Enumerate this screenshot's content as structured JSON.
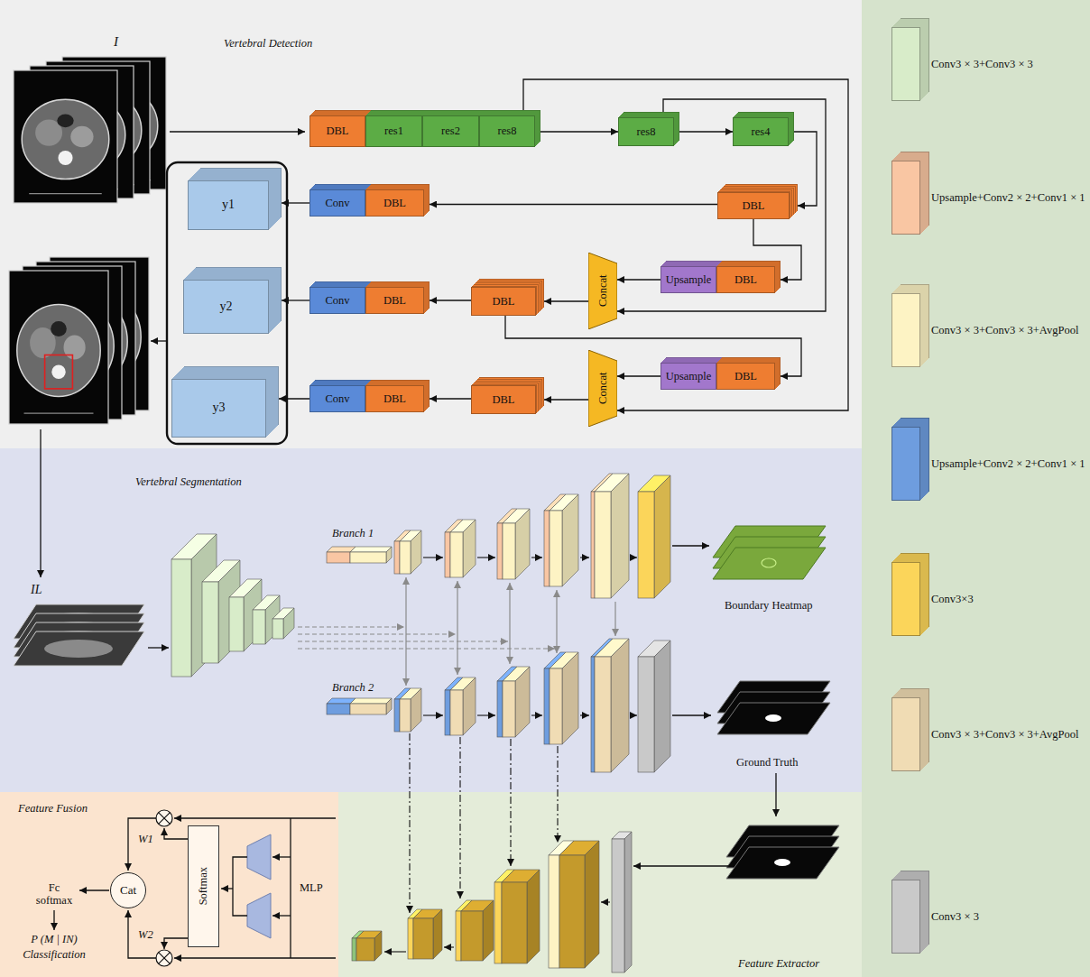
{
  "diagram": {
    "nodes": [
      {
        "text": [
          "Vertebral Detection"
        ]
      },
      {
        "text": [
          "DBL"
        ],
        "in": 0
      },
      {
        "text": [
          "res1"
        ],
        "in": 0
      },
      {
        "text": [
          "res2"
        ],
        "in": 0
      },
      {
        "text": [
          "res8"
        ],
        "in": 0
      },
      {
        "text": [
          "res8"
        ],
        "in": 0
      },
      {
        "text": [
          "res4"
        ],
        "in": 0
      },
      {
        "text": [
          "y1"
        ],
        "in": 0
      },
      {
        "text": [
          "Conv"
        ],
        "in": 0
      },
      {
        "text": [
          "DBL"
        ],
        "in": 0
      },
      {
        "text": [
          "DBL"
        ],
        "in": 0
      },
      {
        "text": [
          "y2"
        ],
        "in": 0
      },
      {
        "text": [
          "Conv"
        ],
        "in": 0
      },
      {
        "text": [
          "DBL"
        ],
        "in": 0
      },
      {
        "text": [
          "DBL"
        ],
        "in": 0
      },
      {
        "text": [
          "Concat"
        ],
        "in": 0
      },
      {
        "text": [
          "Upsample"
        ],
        "in": 0
      },
      {
        "text": [
          "DBL"
        ],
        "in": 0
      },
      {
        "text": [
          "y3"
        ],
        "in": 0
      },
      {
        "text": [
          "Conv"
        ],
        "in": 0
      },
      {
        "text": [
          "DBL"
        ],
        "in": 0
      },
      {
        "text": [
          "DBL"
        ],
        "in": 0
      },
      {
        "text": [
          "Concat"
        ],
        "in": 0
      },
      {
        "text": [
          "Upsample"
        ],
        "in": 0
      },
      {
        "text": [
          "DBL"
        ],
        "in": 0
      },
      {
        "text": [
          "Vertebral Segmentation"
        ]
      },
      {
        "text": [
          "Feature Fusion"
        ]
      },
      {
        "text": [
          "Softmax"
        ],
        "in": 26
      },
      {
        "text": [
          "Cat"
        ],
        "in": 26
      },
      {
        "text": [
          "Feature Extractor"
        ]
      }
    ],
    "edges": [
      {
        "from": 4,
        "to": 5,
        "arrow": "to"
      },
      {
        "from": 5,
        "to": 6,
        "arrow": "to"
      },
      {
        "from": 6,
        "to": 10,
        "arrow": "to"
      },
      {
        "from": 10,
        "to": 9,
        "arrow": "to"
      },
      {
        "from": 8,
        "to": 7,
        "arrow": "to"
      },
      {
        "from": 10,
        "to": 17,
        "arrow": "to"
      },
      {
        "from": 16,
        "to": 15,
        "arrow": "to"
      },
      {
        "from": 5,
        "to": 15,
        "arrow": "to"
      },
      {
        "from": 4,
        "to": 22,
        "arrow": "to"
      },
      {
        "from": 15,
        "to": 14,
        "arrow": "to"
      },
      {
        "from": 14,
        "to": 13,
        "arrow": "to"
      },
      {
        "from": 12,
        "to": 11,
        "arrow": "to"
      },
      {
        "from": 14,
        "to": 24,
        "arrow": "to"
      },
      {
        "from": 23,
        "to": 22,
        "arrow": "to"
      },
      {
        "from": 22,
        "to": 21,
        "arrow": "to"
      },
      {
        "from": 21,
        "to": 20,
        "arrow": "to"
      },
      {
        "from": 19,
        "to": 18,
        "arrow": "to"
      }
    ],
    "labels": [
      "I",
      "IL",
      "Branch 1",
      "Branch 2",
      "Boundary Heatmap",
      "Ground Truth",
      "MLP",
      "W1",
      "W2",
      "Fc softmax",
      "P (M | IN)",
      "Classification"
    ],
    "legend": [
      {
        "text": "Conv3 × 3+Conv3 × 3",
        "color": "#d8ecc9"
      },
      {
        "text": "Upsample+Conv2 × 2+Conv1 × 1",
        "color": "#f9c6a3"
      },
      {
        "text": "Conv3 × 3+Conv3 × 3+AvgPool",
        "color": "#fdf3c4"
      },
      {
        "text": "Upsample+Conv2 × 2+Conv1 × 1",
        "color": "#6e9ddf"
      },
      {
        "text": "Conv3×3",
        "color": "#fbd55a"
      },
      {
        "text": "Conv3 × 3+Conv3 × 3+AvgPool",
        "color": "#f0dcb4"
      },
      {
        "text": "Conv3 × 3",
        "color": "#c9c9c9"
      }
    ]
  }
}
